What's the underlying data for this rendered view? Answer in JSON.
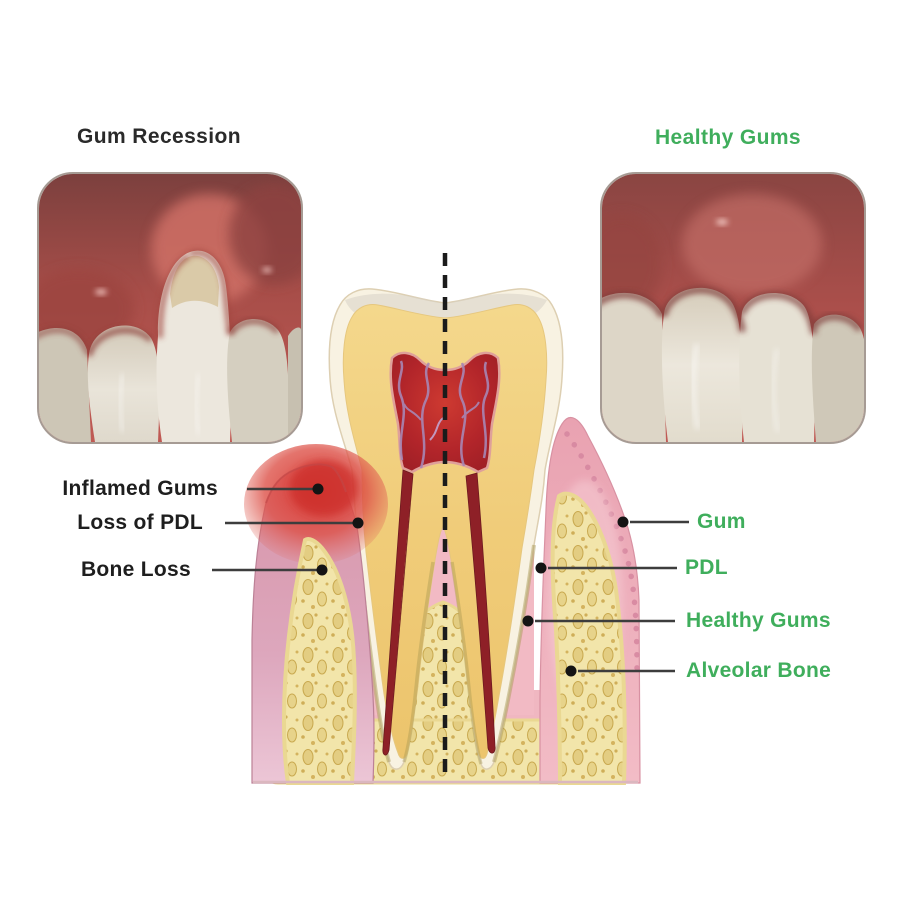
{
  "titles": {
    "left": "Gum Recession",
    "right": "Healthy Gums"
  },
  "labels": {
    "left": [
      {
        "text": "Inflamed Gums"
      },
      {
        "text": "Loss of PDL"
      },
      {
        "text": "Bone Loss"
      }
    ],
    "right": [
      {
        "text": "Gum"
      },
      {
        "text": "PDL"
      },
      {
        "text": "Healthy Gums"
      },
      {
        "text": "Alveolar Bone"
      }
    ]
  },
  "photos": {
    "left": {
      "name": "gum-recession-photo"
    },
    "right": {
      "name": "healthy-gums-photo"
    }
  },
  "colors": {
    "green_accent": "#3fae5c",
    "label_black": "#1e1e1e",
    "leader_line": "#3d3d3d",
    "inflamed_red": "#dc4a42",
    "healthy_gum_pink": "#eeafbb",
    "bone_yellow": "#f2e5aa",
    "dentin_yellow": "#f0cc79",
    "pulp_red": "#a81e25",
    "enamel_white": "#f8f2e2"
  }
}
